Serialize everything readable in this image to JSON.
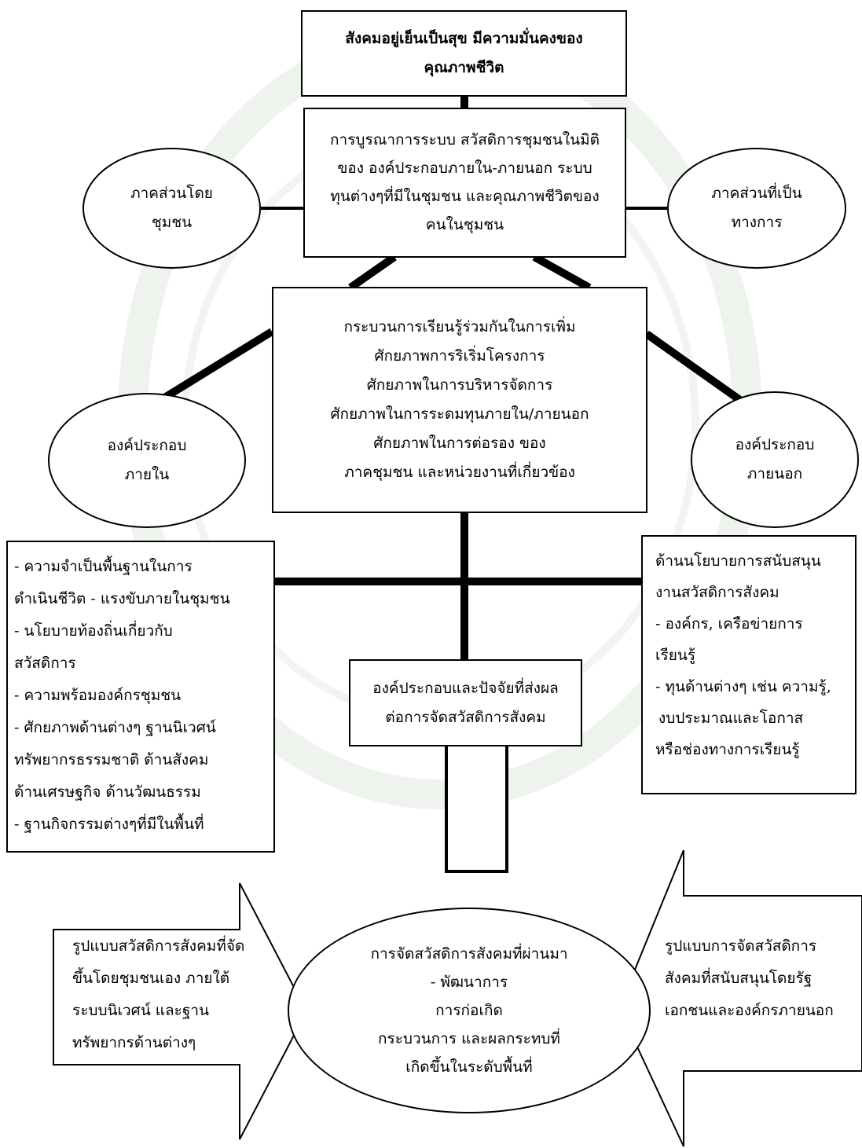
{
  "top_box": [
    "สังคมอยู่เย็นเป็นสุข มีความมั่นคงของ",
    "คุณภาพชีวิต"
  ],
  "integration_box": [
    "การบูรณาการระบบ สวัสดิการชุมชนในมิติ",
    "ของ องค์ประกอบภายใน-ภายนอก ระบบ",
    "ทุนต่างๆที่มีในชุมชน และคุณภาพชีวิตของ",
    "คนในชุมชน"
  ],
  "left_sector": [
    "ภาคส่วนโดย",
    "ชุมชน"
  ],
  "right_sector": [
    "ภาคส่วนที่เป็น",
    "ทางการ"
  ],
  "learning_box": [
    "กระบวนการเรียนรู้ร่วมกันในการเพิ่ม",
    "ศักยภาพการริเริ่มโครงการ",
    "ศักยภาพในการบริหารจัดการ",
    "ศักยภาพในการระดมทุนภายใน/ภายนอก",
    "ศักยภาพในการต่อรอง ของ",
    "ภาคชุมชน และหน่วยงานที่เกี่ยวข้อง"
  ],
  "internal_component": [
    "องค์ประกอบ",
    "ภายใน"
  ],
  "external_component": [
    "องค์ประกอบ",
    "ภายนอก"
  ],
  "left_factors": [
    "- ความจำเป็นพื้นฐานในการ",
    "ดำเนินชีวิต - แรงขับภายในชุมชน",
    "- นโยบายท้องถิ่นเกี่ยวกับ",
    "สวัสดิการ",
    "- ความพร้อมองค์กรชุมชน",
    "- ศักยภาพด้านต่างๆ ฐานนิเวศน์",
    "ทรัพยากรธรรมชาติ ด้านสังคม",
    "ด้านเศรษฐกิจ ด้านวัฒนธรรม",
    "- ฐานกิจกรรมต่างๆที่มีในพื้นที่"
  ],
  "right_factors": [
    "ด้านนโยบายการสนับสนุน",
    "งานสวัสดิการสังคม",
    "- องค์กร, เครือข่ายการ",
    "เรียนรู้",
    "- ทุนด้านต่างๆ เช่น ความรู้,",
    "งบประมาณและโอกาส",
    "หรือช่องทางการเรียนรู้"
  ],
  "factors_box": [
    "องค์ประกอบและปัจจัยที่ส่งผล",
    "ต่อการจัดสวัสดิการสังคม"
  ],
  "past_welfare": [
    "การจัดสวัสดิการสังคมที่ผ่านมา",
    "- พัฒนาการ",
    "การก่อเกิด",
    "กระบวนการ และผลกระทบที่",
    "เกิดขึ้นในระดับพื้นที่"
  ],
  "left_arrow_text": [
    "รูปแบบสวัสดิการสังคมที่จัด",
    "ขึ้นโดยชุมชนเอง ภายใต้",
    "ระบบนิเวศน์ และฐาน",
    "ทรัพยากรด้านต่างๆ"
  ],
  "right_arrow_text": [
    "รูปแบบการจัดสวัสดิการ",
    "สังคมที่สนับสนุนโดยรัฐ",
    "เอกชนและองค์กรภายนอก"
  ]
}
